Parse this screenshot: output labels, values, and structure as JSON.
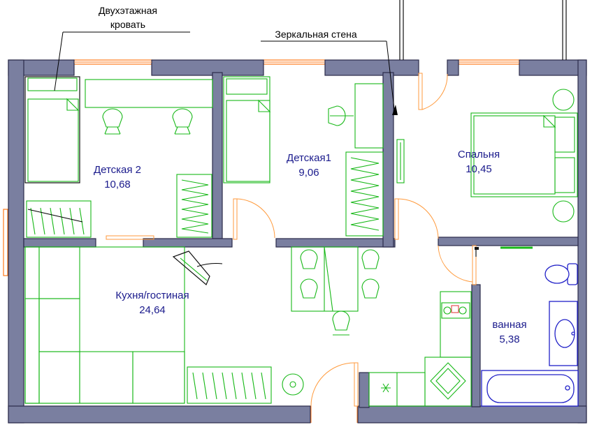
{
  "annotations": {
    "bunk_bed_line1": "Двухэтажная",
    "bunk_bed_line2": "кровать",
    "mirror_wall": "Зеркальная стена"
  },
  "rooms": {
    "kids2": {
      "name": "Детская 2",
      "area": "10,68"
    },
    "kids1": {
      "name": "Детская1",
      "area": "9,06"
    },
    "bedroom": {
      "name": "Спальня",
      "area": "10,45"
    },
    "kitchen": {
      "name": "Кухня/гостиная",
      "area": "24,64"
    },
    "bath": {
      "name": "ванная",
      "area": "5,38"
    }
  },
  "colors": {
    "wall": "#7a7fa0",
    "furniture": "#17b817",
    "door": "#ff9a3c",
    "window": "#ff7a1a",
    "sanitary": "#2121c8",
    "room_label": "#1a1a8c"
  }
}
